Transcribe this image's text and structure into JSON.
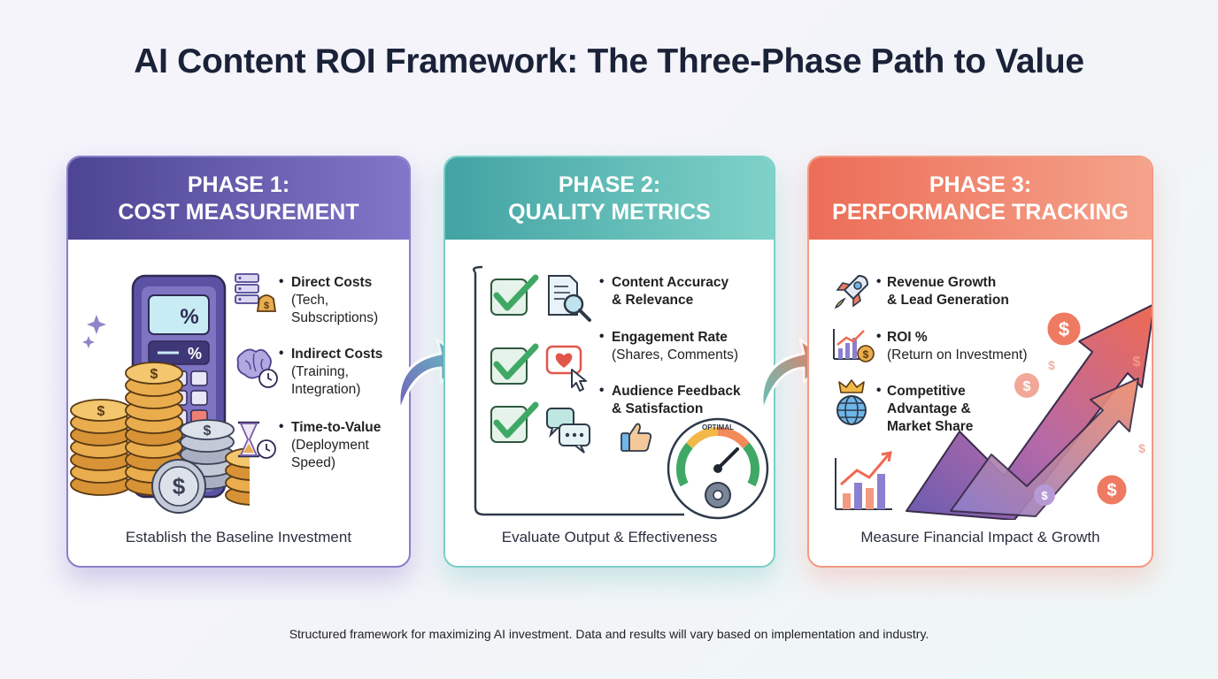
{
  "title": "AI Content ROI Framework: The Three-Phase Path to Value",
  "phases": [
    {
      "line1": "PHASE 1:",
      "line2": "COST MEASUREMENT",
      "items": [
        {
          "head": "Direct Costs",
          "sub1": "(Tech,",
          "sub2": "Subscriptions)",
          "icon": "server-money-icon"
        },
        {
          "head": "Indirect Costs",
          "sub1": "(Training,",
          "sub2": "Integration)",
          "icon": "brain-clock-icon"
        },
        {
          "head": "Time-to-Value",
          "sub1": "(Deployment",
          "sub2": "Speed)",
          "icon": "hourglass-icon"
        }
      ],
      "illustration_text": [
        "%",
        "%"
      ],
      "footer": "Establish the Baseline Investment"
    },
    {
      "line1": "PHASE 2:",
      "line2": "QUALITY METRICS",
      "items": [
        {
          "head1": "Content Accuracy",
          "head2": "& Relevance",
          "icon": "document-search-icon"
        },
        {
          "head": "Engagement Rate",
          "sub": "(Shares, Comments)",
          "icon": "heart-cursor-icon"
        },
        {
          "head1": "Audience Feedback",
          "head2": "& Satisfaction",
          "icon": "chat-bubbles-icon"
        }
      ],
      "gauge_label": "OPTIMAL",
      "footer": "Evaluate Output & Effectiveness"
    },
    {
      "line1": "PHASE 3:",
      "line2": "PERFORMANCE TRACKING",
      "items": [
        {
          "head1": "Revenue Growth",
          "head2": "& Lead Generation",
          "icon": "rocket-icon"
        },
        {
          "head": "ROI %",
          "sub": "(Return on Investment)",
          "icon": "chart-coin-icon"
        },
        {
          "head1": "Competitive",
          "head2": "Advantage &",
          "head3": "Market Share",
          "icon": "globe-crown-icon"
        }
      ],
      "footer": "Measure Financial Impact & Growth"
    }
  ],
  "footnote": "Structured framework for maximizing AI investment. Data and results will vary based on implementation and industry.",
  "colors": {
    "phase1": "#5b52a3",
    "phase2": "#4fb3ad",
    "phase3": "#ef7a62",
    "check": "#3fa865",
    "coin": "#e9ad4e"
  }
}
